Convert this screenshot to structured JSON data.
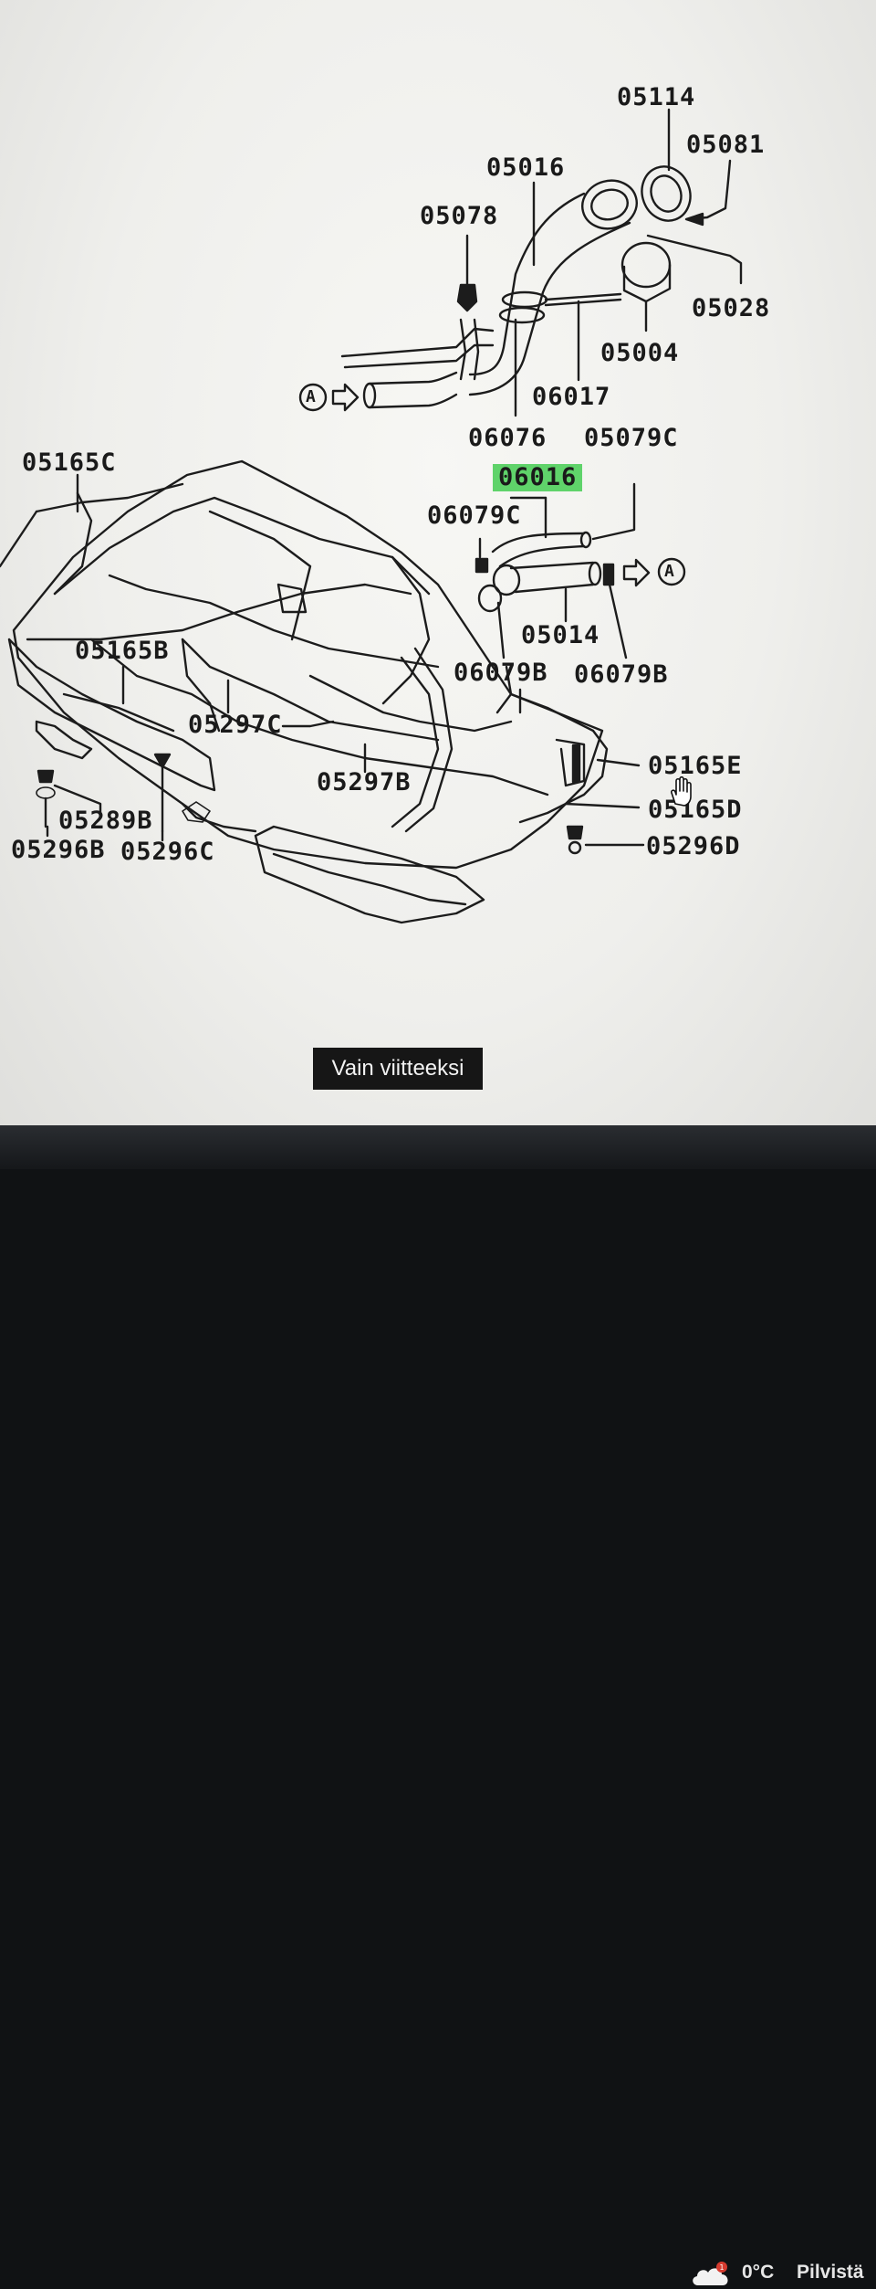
{
  "labels": {
    "p05114": "05114",
    "p05081": "05081",
    "p05016": "05016",
    "p05078": "05078",
    "p05028": "05028",
    "p05004": "05004",
    "p06017": "06017",
    "p06076": "06076",
    "p05079c_top": "05079C",
    "p06016": "06016",
    "p06079c": "06079C",
    "p05014": "05014",
    "p06079b_a": "06079B",
    "p06079b_b": "06079B",
    "p05165c": "05165C",
    "p05165b": "05165B",
    "p05297c": "05297C",
    "p05297b": "05297B",
    "p05165e": "05165E",
    "p05165d": "05165D",
    "p05296d": "05296D",
    "p05289b": "05289B",
    "p05296b": "05296B",
    "p05296c": "05296C",
    "ref_a_left": "A",
    "ref_a_right": "A"
  },
  "highlight_color": "#5fd36a",
  "caption": "Vain viitteeksi",
  "taskbar": {
    "weather_icon": "cloud-icon",
    "weather_badge": "1",
    "temperature": "0°C",
    "condition": "Pilvistä"
  }
}
